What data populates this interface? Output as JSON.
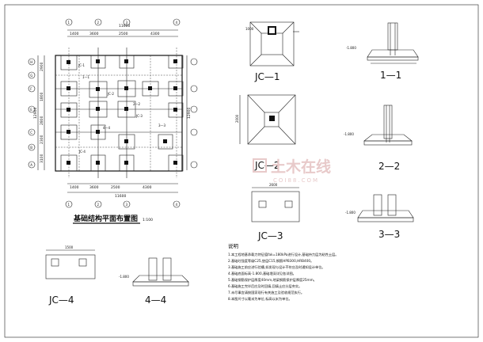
{
  "plan": {
    "title": "基础结构平面布置图",
    "scale": "1:100",
    "top_total": "11600",
    "top_dims": [
      "1400",
      "3600",
      "2500",
      "4300"
    ],
    "bottom_dims": [
      "1400",
      "3600",
      "2500",
      "4300"
    ],
    "bottom_total": "11600",
    "left_dims": [
      "2900",
      "1800",
      "2800",
      "2300",
      "3100"
    ],
    "left_total": "12900",
    "right_total": "12900",
    "axis_left": [
      "H",
      "G",
      "F",
      "E",
      "C",
      "B",
      "A"
    ],
    "axis_top": [
      "1",
      "2",
      "3",
      "4"
    ],
    "axis_bottom": [
      "1",
      "2",
      "3",
      "4"
    ],
    "footing_tags": [
      "JC-1",
      "JC-2",
      "JC-3",
      "JC-4"
    ],
    "section_tags": [
      "1—1",
      "2—2",
      "3—3",
      "4—4"
    ]
  },
  "details": {
    "jc1": {
      "label": "JC—1",
      "dim": "1000"
    },
    "jc2": {
      "label": "JC—2",
      "dim": "2000"
    },
    "jc3": {
      "label": "JC—3",
      "dim": "2600"
    },
    "jc4": {
      "label": "JC—4",
      "dim": "1500"
    },
    "s11": {
      "label": "1—1",
      "elev": "-1.800"
    },
    "s22": {
      "label": "2—2",
      "elev": "-1.800"
    },
    "s33": {
      "label": "3—3",
      "elev": "-1.800"
    },
    "s44": {
      "label": "4—4",
      "elev": "-1.800"
    }
  },
  "notes": {
    "heading": "说明",
    "items": [
      "1.本工程地基承载力特征值fak=180kPa进行设计,基础持力层为粘性土层。",
      "2.基础砼强度等级C25,垫层C15,钢筋HPB300,HRB400。",
      "3.基础施工前应进行验槽,如发现与设计不符应及时通知设计单位。",
      "4.基础底面标高-1.800,基础埋深详见各详图。",
      "5.基础钢筋保护层厚度40mm,地梁钢筋保护层厚度25mm。",
      "6.基础施工完毕后应及时回填,回填土应分层夯实。",
      "7.未尽事宜请按国家现行有关施工及验收规范执行。",
      "8.本图尺寸以毫米为单位,标高以米为单位。"
    ]
  },
  "watermark": {
    "text": "土木在线",
    "sub": "COI88.COM"
  }
}
